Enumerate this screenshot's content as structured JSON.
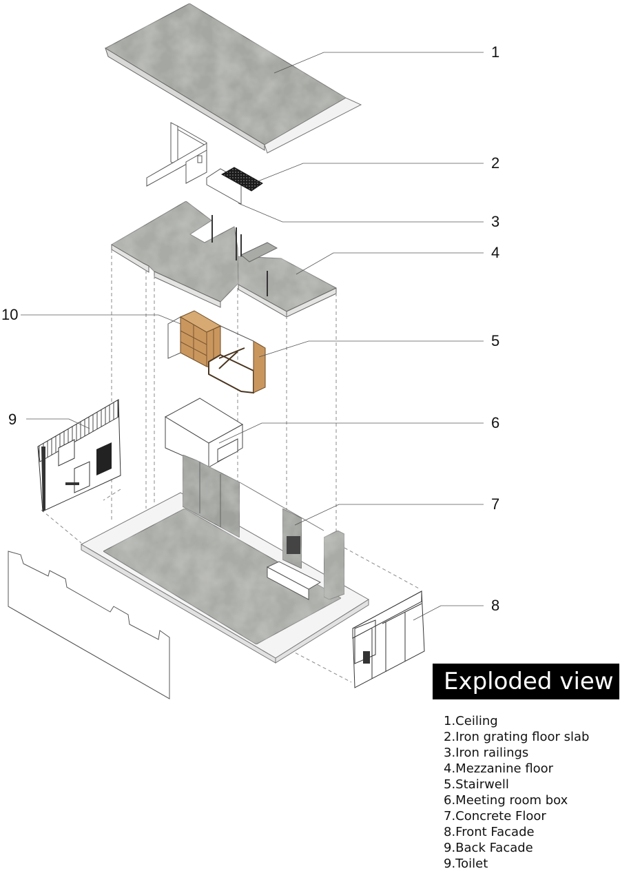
{
  "diagram": {
    "title": "Exploded view",
    "callouts": [
      "1",
      "2",
      "3",
      "4",
      "5",
      "6",
      "7",
      "8",
      "9",
      "10"
    ],
    "legend": [
      "1.Ceiling",
      "2.Iron grating floor slab",
      "3.Iron railings",
      "4.Mezzanine floor",
      "5.Stairwell",
      "6.Meeting room box",
      "7.Concrete Floor",
      "8.Front Facade",
      "9.Back Facade",
      "9.Toilet"
    ]
  },
  "colors": {
    "concrete": "#a9aba6",
    "concrete_dark": "#8e908b",
    "wood": "#c9975e",
    "line": "#555555",
    "grating": "#1a1a1a",
    "title_bg": "#000000",
    "title_text": "#ffffff"
  }
}
